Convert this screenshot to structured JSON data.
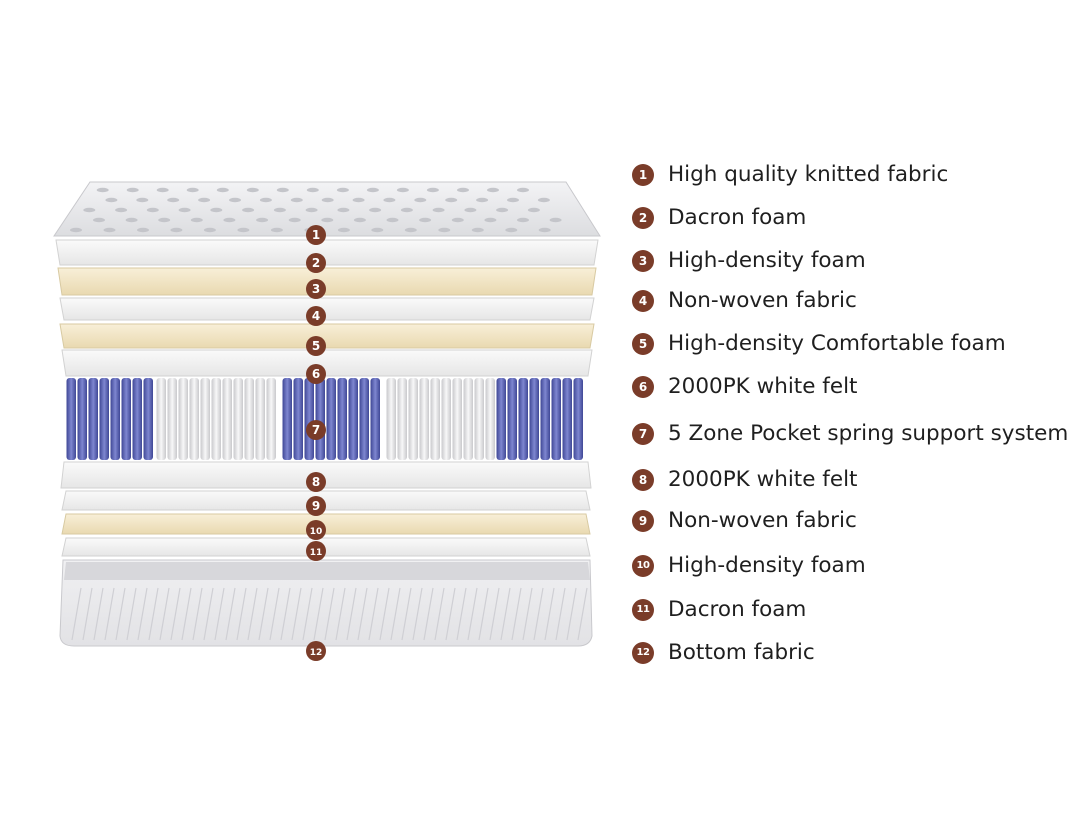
{
  "legend": [
    {
      "number": "1",
      "label": "High quality knitted fabric"
    },
    {
      "number": "2",
      "label": "Dacron foam"
    },
    {
      "number": "3",
      "label": "High-density foam"
    },
    {
      "number": "4",
      "label": "Non-woven fabric"
    },
    {
      "number": "5",
      "label": "High-density Comfortable foam"
    },
    {
      "number": "6",
      "label": "2000PK white felt"
    },
    {
      "number": "7",
      "label": "5 Zone Pocket spring support system"
    },
    {
      "number": "8",
      "label": "2000PK white felt"
    },
    {
      "number": "9",
      "label": "Non-woven fabric"
    },
    {
      "number": "10",
      "label": "High-density foam"
    },
    {
      "number": "11",
      "label": "Dacron foam"
    },
    {
      "number": "12",
      "label": "Bottom fabric"
    }
  ],
  "markers": [
    "1",
    "2",
    "3",
    "4",
    "5",
    "6",
    "7",
    "8",
    "9",
    "10",
    "11",
    "12"
  ],
  "colors": {
    "badge": "#7a3c29",
    "foam": "#f1e5c6",
    "felt": "#f2f2f2",
    "spring_blue": "#5b63b8",
    "spring_white": "#e9e9ea"
  },
  "spring_zones": [
    "blue",
    "white",
    "blue",
    "white",
    "blue"
  ]
}
